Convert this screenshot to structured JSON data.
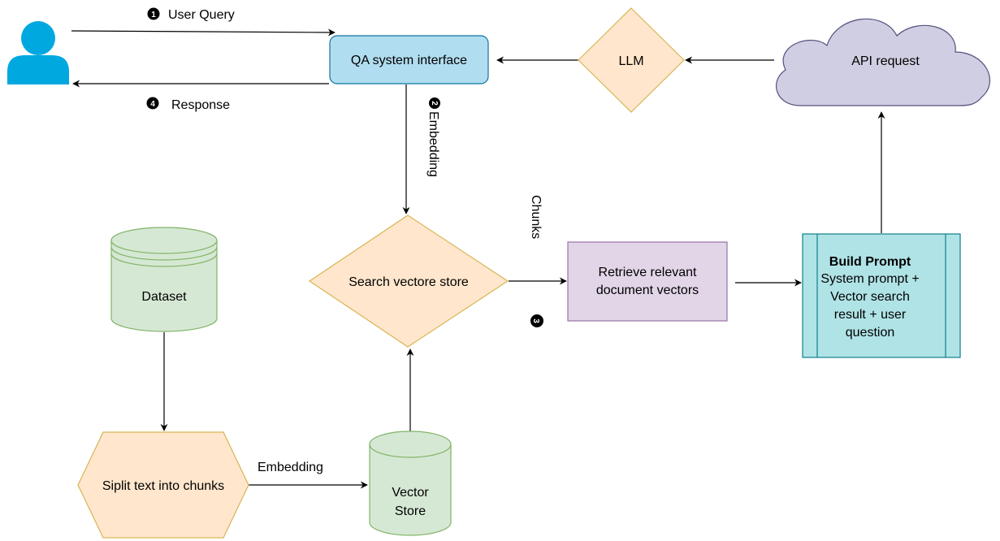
{
  "nodes": {
    "user": {
      "icon": "user-icon"
    },
    "qa_interface": {
      "label": "QA system interface"
    },
    "llm": {
      "label": "LLM"
    },
    "api_request": {
      "label": "API request"
    },
    "search_store": {
      "label": "Search vectore store"
    },
    "retrieve": {
      "line1": "Retrieve relevant",
      "line2": "document vectors"
    },
    "build_prompt": {
      "title": "Build Prompt",
      "line1": "System prompt +",
      "line2": "Vector search",
      "line3": "result  + user",
      "line4": "question"
    },
    "dataset": {
      "label": "Dataset"
    },
    "split": {
      "label": "Siplit text into chunks"
    },
    "vector_store": {
      "line1": "Vector",
      "line2": "Store"
    }
  },
  "edges": {
    "user_query": {
      "step": "1",
      "label": "User Query"
    },
    "response": {
      "step": "4",
      "label": "Response"
    },
    "embedding_query": {
      "step": "2",
      "label": "Embedding"
    },
    "chunks": {
      "label": "Chunks"
    },
    "retrieve_step": {
      "step": "3"
    },
    "embedding_store": {
      "label": "Embedding"
    }
  },
  "colors": {
    "qa_fill": "#b1ddf0",
    "qa_stroke": "#10739e",
    "diamond_fill": "#ffe6cc",
    "diamond_stroke": "#d6b656",
    "cloud_fill": "#d0cee2",
    "cloud_stroke": "#56517e",
    "retrieve_fill": "#e1d5e7",
    "retrieve_stroke": "#9673a6",
    "build_fill": "#b0e3e6",
    "build_stroke": "#0e8088",
    "green_fill": "#d5e8d4",
    "green_stroke": "#82b366",
    "user_icon": "#00a8e0"
  }
}
